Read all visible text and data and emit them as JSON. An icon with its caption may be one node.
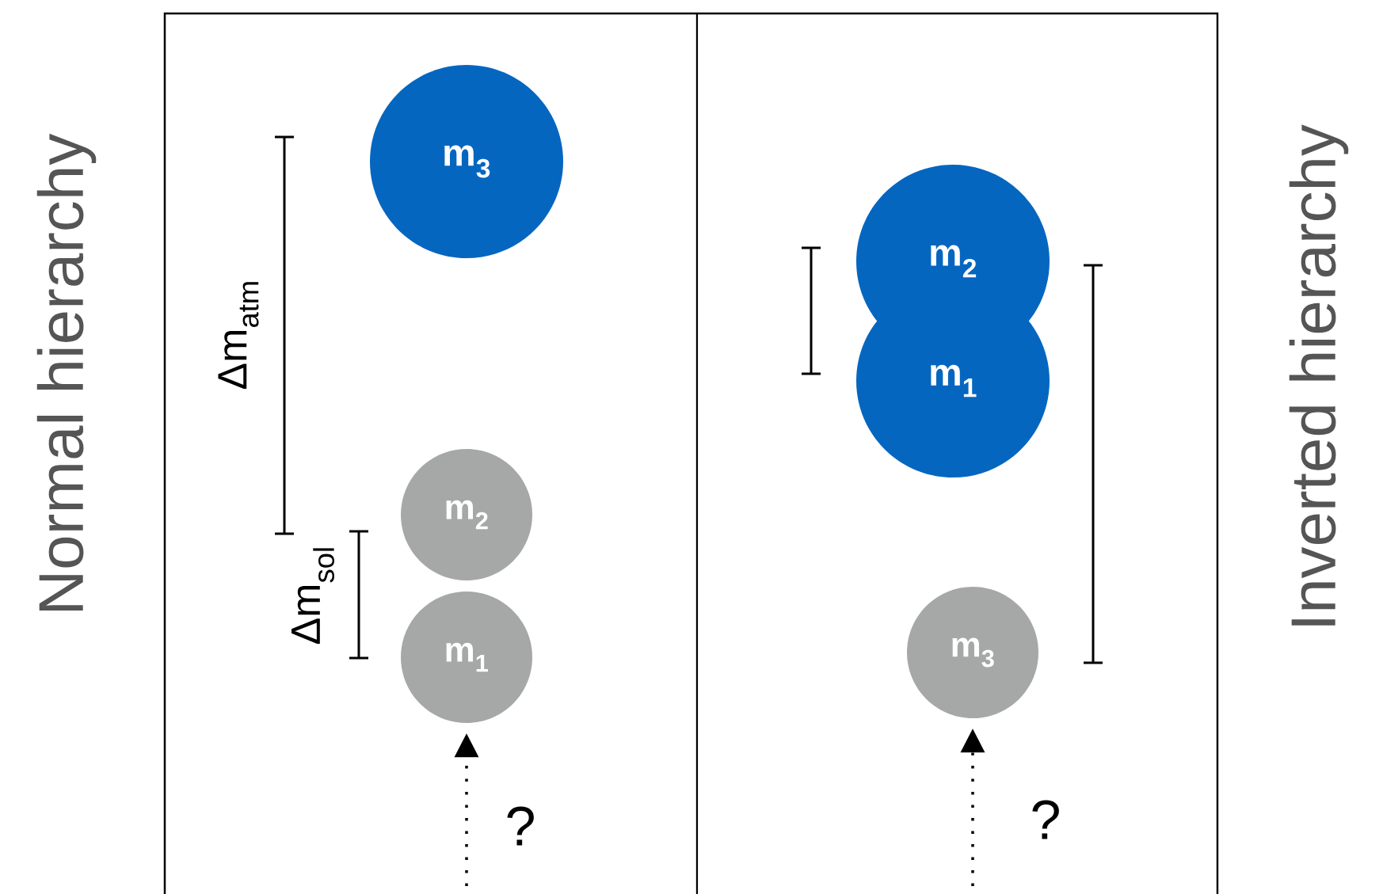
{
  "diagram": {
    "nodes": [
      {
        "text": [
          "m$_{3}$"
        ]
      },
      {
        "text": [
          "m$_{2}$"
        ]
      },
      {
        "text": [
          "m$_{1}$"
        ]
      },
      {
        "text": [
          "m$_{2}$"
        ]
      },
      {
        "text": [
          "m$_{1}$"
        ]
      },
      {
        "text": [
          "m$_{3}$"
        ]
      }
    ],
    "edges": [
      {
        "from": null,
        "to": 4,
        "arrow": "to"
      },
      {
        "from": null,
        "to": 5,
        "arrow": "to"
      }
    ],
    "labels": [
      "Normal hierarchy",
      "Inverted hierarchy",
      "Δm$_{atm}$",
      "Δm$_{sol}$",
      "?",
      "?"
    ]
  }
}
